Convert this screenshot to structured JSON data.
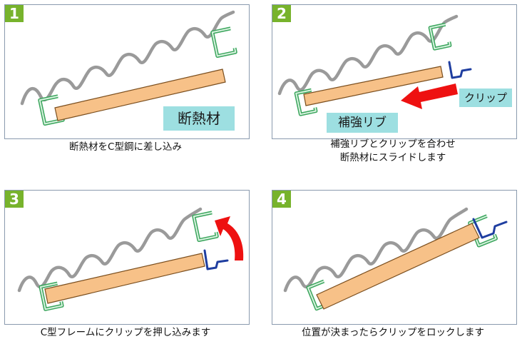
{
  "colors": {
    "badge": "#77b32c",
    "board_fill": "#f7c188",
    "board_stroke": "#7a4e1e",
    "wave": "#9a9a9a",
    "c_channel": "#3aa55c",
    "clip": "#1f3ea0",
    "arrow": "#ee1111",
    "tag": "#9ddfe1"
  },
  "icons": {
    "c_channel": "c-channel-steel-icon",
    "clip": "clip-icon",
    "arrow": "red-arrow-icon"
  },
  "steps": [
    {
      "number": "1",
      "caption_lines": [
        "断熱材をC型鋼に差し込み"
      ],
      "tags": [
        "断熱材"
      ]
    },
    {
      "number": "2",
      "caption_lines": [
        "補強リブとクリップを合わせ",
        "断熱材にスライドします"
      ],
      "tags": [
        "補強リブ",
        "クリップ"
      ]
    },
    {
      "number": "3",
      "caption_lines": [
        "C型フレームにクリップを押し込みます"
      ],
      "tags": []
    },
    {
      "number": "4",
      "caption_lines": [
        "位置が決まったらクリップをロックします"
      ],
      "tags": []
    }
  ]
}
